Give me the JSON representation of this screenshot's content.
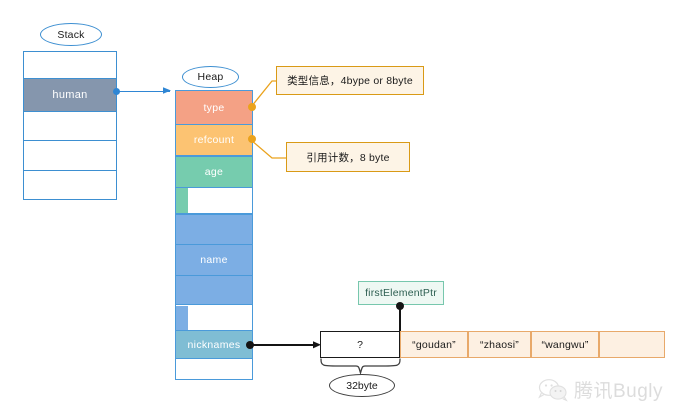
{
  "diagram": {
    "title": "Swift object memory layout (stack / heap / array storage)",
    "colors": {
      "stack_border": "#3d8fd1",
      "stack_filled": "#8596ad",
      "heap_border": "#4a9ada",
      "type_block": "#f4a185",
      "refcount_block": "#fcc372",
      "age_block": "#76ccae",
      "name_block": "#7caee4",
      "nicknames_block": "#7fbdd4",
      "callout_border": "#d99a16",
      "callout_fill": "#fdf4e6",
      "ptr_border": "#77c7ad",
      "ptr_fill": "#eef8f3",
      "array_border": "#e8a96a",
      "array_fill": "#fdf0e2",
      "connector_blue": "#2f86d4",
      "connector_orange": "#eaa21c",
      "connector_black": "#141414"
    }
  },
  "stack": {
    "label": "Stack",
    "cells": [
      {
        "text": "",
        "filled": false
      },
      {
        "text": "human",
        "filled": true
      },
      {
        "text": "",
        "filled": false
      },
      {
        "text": "",
        "filled": false
      },
      {
        "text": "",
        "filled": false
      }
    ]
  },
  "heap": {
    "label": "Heap",
    "fields": [
      {
        "name": "type",
        "color_key": "type_block"
      },
      {
        "name": "refcount",
        "color_key": "refcount_block"
      },
      {
        "name": "age",
        "color_key": "age_block"
      },
      {
        "name": "name",
        "color_key": "name_block"
      },
      {
        "name": "nicknames",
        "color_key": "nicknames_block"
      }
    ],
    "type_label": "type",
    "refcount_label": "refcount",
    "age_label": "age",
    "name_label": "name",
    "nicknames_label": "nicknames"
  },
  "callouts": [
    {
      "id": "type-callout",
      "text": "类型信息，4bype or 8byte"
    },
    {
      "id": "refcount-callout",
      "text": "引用计数，8 byte"
    }
  ],
  "pointer": {
    "label": "firstElementPtr"
  },
  "array": {
    "header_cell": "?",
    "size_label": "32byte",
    "elements": [
      "“goudan”",
      "“zhaosi”",
      "“wangwu”",
      ""
    ]
  },
  "watermark": {
    "text": "腾讯Bugly",
    "icon": "wechat-icon"
  }
}
